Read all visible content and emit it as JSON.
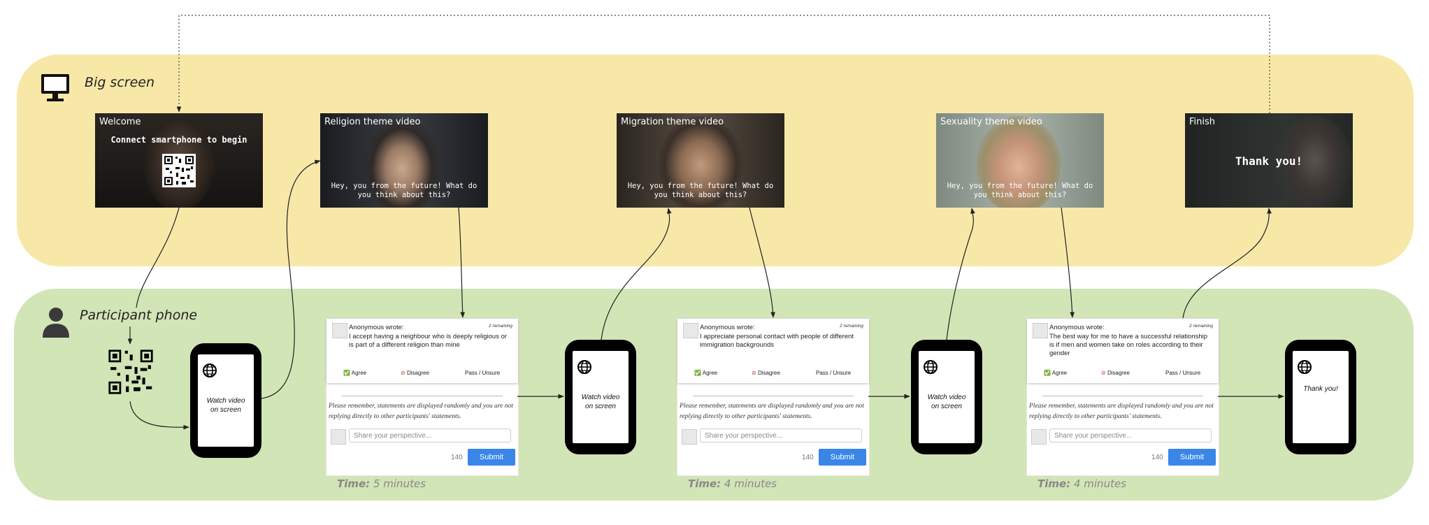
{
  "lanes": {
    "screen": {
      "title": "Big screen",
      "icon": "monitor-icon"
    },
    "phone": {
      "title": "Participant phone",
      "icon": "person-icon"
    }
  },
  "screen_frames": [
    {
      "id": "welcome",
      "title": "Welcome",
      "headline": "Connect smartphone to begin"
    },
    {
      "id": "religion",
      "title": "Religion theme video",
      "caption": "Hey, you from the future! What do you think about this?"
    },
    {
      "id": "migration",
      "title": "Migration theme video",
      "caption": "Hey, you from the future! What do you think about this?"
    },
    {
      "id": "sexuality",
      "title": "Sexuality theme video",
      "caption": "Hey, you from the future! What do you think about this?"
    },
    {
      "id": "finish",
      "title": "Finish",
      "headline": "Thank you!"
    }
  ],
  "phones": [
    {
      "text_1": "Watch video",
      "text_2": "on screen"
    },
    {
      "text_1": "Watch video",
      "text_2": "on screen"
    },
    {
      "text_1": "Watch video",
      "text_2": "on screen"
    },
    {
      "text_1": "Thank you!",
      "text_2": ""
    }
  ],
  "cards": [
    {
      "wrote": "Anonymous wrote:",
      "remaining": "2 remaining",
      "statement": "I accept having a neighbour who is deeply religious or is part of a different religion than mine",
      "agree": "Agree",
      "disagree": "Disagree",
      "pass": "Pass / Unsure",
      "note": "Please remember, statements are displayed randomly and you are not replying directly to other participants' statements.",
      "placeholder": "Share your perspective...",
      "count": "140",
      "submit": "Submit",
      "time_label": "Time:",
      "time_value": "5 minutes"
    },
    {
      "wrote": "Anonymous wrote:",
      "remaining": "2 remaining",
      "statement": "I appreciate personal contact with people of different immigration backgrounds",
      "agree": "Agree",
      "disagree": "Disagree",
      "pass": "Pass / Unsure",
      "note": "Please remember, statements are displayed randomly and you are not replying directly to other participants' statements.",
      "placeholder": "Share your perspective...",
      "count": "140",
      "submit": "Submit",
      "time_label": "Time:",
      "time_value": "4 minutes"
    },
    {
      "wrote": "Anonymous wrote:",
      "remaining": "2 remaining",
      "statement": "The best way for me to have a successful relationship is if men and women take on roles according to their gender",
      "agree": "Agree",
      "disagree": "Disagree",
      "pass": "Pass / Unsure",
      "note": "Please remember, statements are displayed randomly and you are not replying directly to other participants' statements.",
      "placeholder": "Share your perspective...",
      "count": "140",
      "submit": "Submit",
      "time_label": "Time:",
      "time_value": "4 minutes"
    }
  ],
  "colors": {
    "screen_lane": "#f8e8a8",
    "phone_lane": "#d2e5b6",
    "submit": "#3a86e8",
    "agree": "#2e9b3c",
    "disagree": "#d33a2c"
  }
}
